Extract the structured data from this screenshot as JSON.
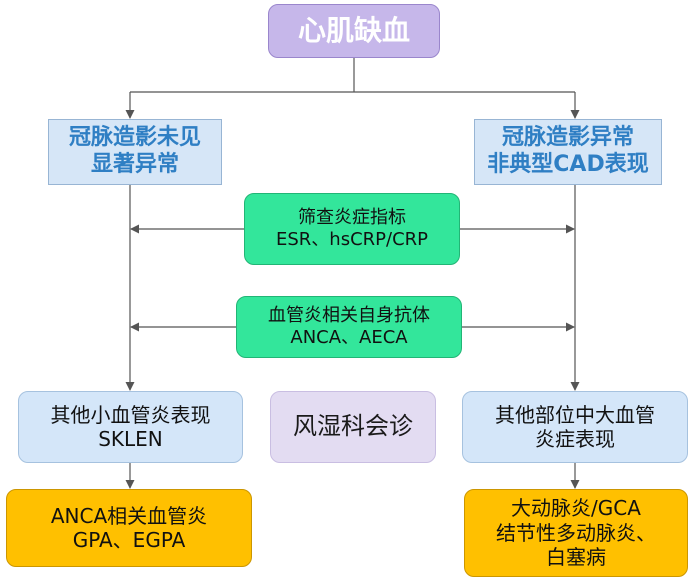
{
  "root": {
    "label": "心肌缺血"
  },
  "branches": {
    "left": {
      "lines": [
        "冠脉造影未见",
        "显著异常"
      ]
    },
    "right": {
      "lines": [
        "冠脉造影异常",
        "非典型CAD表现"
      ]
    }
  },
  "screening": {
    "inflammation": {
      "lines": [
        "筛查炎症指标",
        "ESR、hsCRP/CRP"
      ]
    },
    "autoantibody": {
      "lines": [
        "血管炎相关自身抗体",
        "ANCA、AECA"
      ]
    }
  },
  "findings": {
    "left": {
      "lines": [
        "其他小血管炎表现",
        "SKLEN"
      ]
    },
    "right": {
      "lines": [
        "其他部位中大血管",
        "炎症表现"
      ]
    }
  },
  "consult": {
    "label": "风湿科会诊"
  },
  "outcomes": {
    "left": {
      "lines": [
        "ANCA相关血管炎",
        "GPA、EGPA"
      ]
    },
    "right": {
      "lines": [
        "大动脉炎/GCA",
        "结节性多动脉炎、",
        "白塞病"
      ]
    }
  },
  "colors": {
    "root_fill": "#c6b7ea",
    "branch_fill": "#d6e6f7",
    "branch_text": "#2f7fc4",
    "screen_fill": "#33e69b",
    "finding_fill": "#d4e6f9",
    "consult_fill": "#e3dcf2",
    "outcome_fill": "#ffc000",
    "connector": "#555555"
  }
}
